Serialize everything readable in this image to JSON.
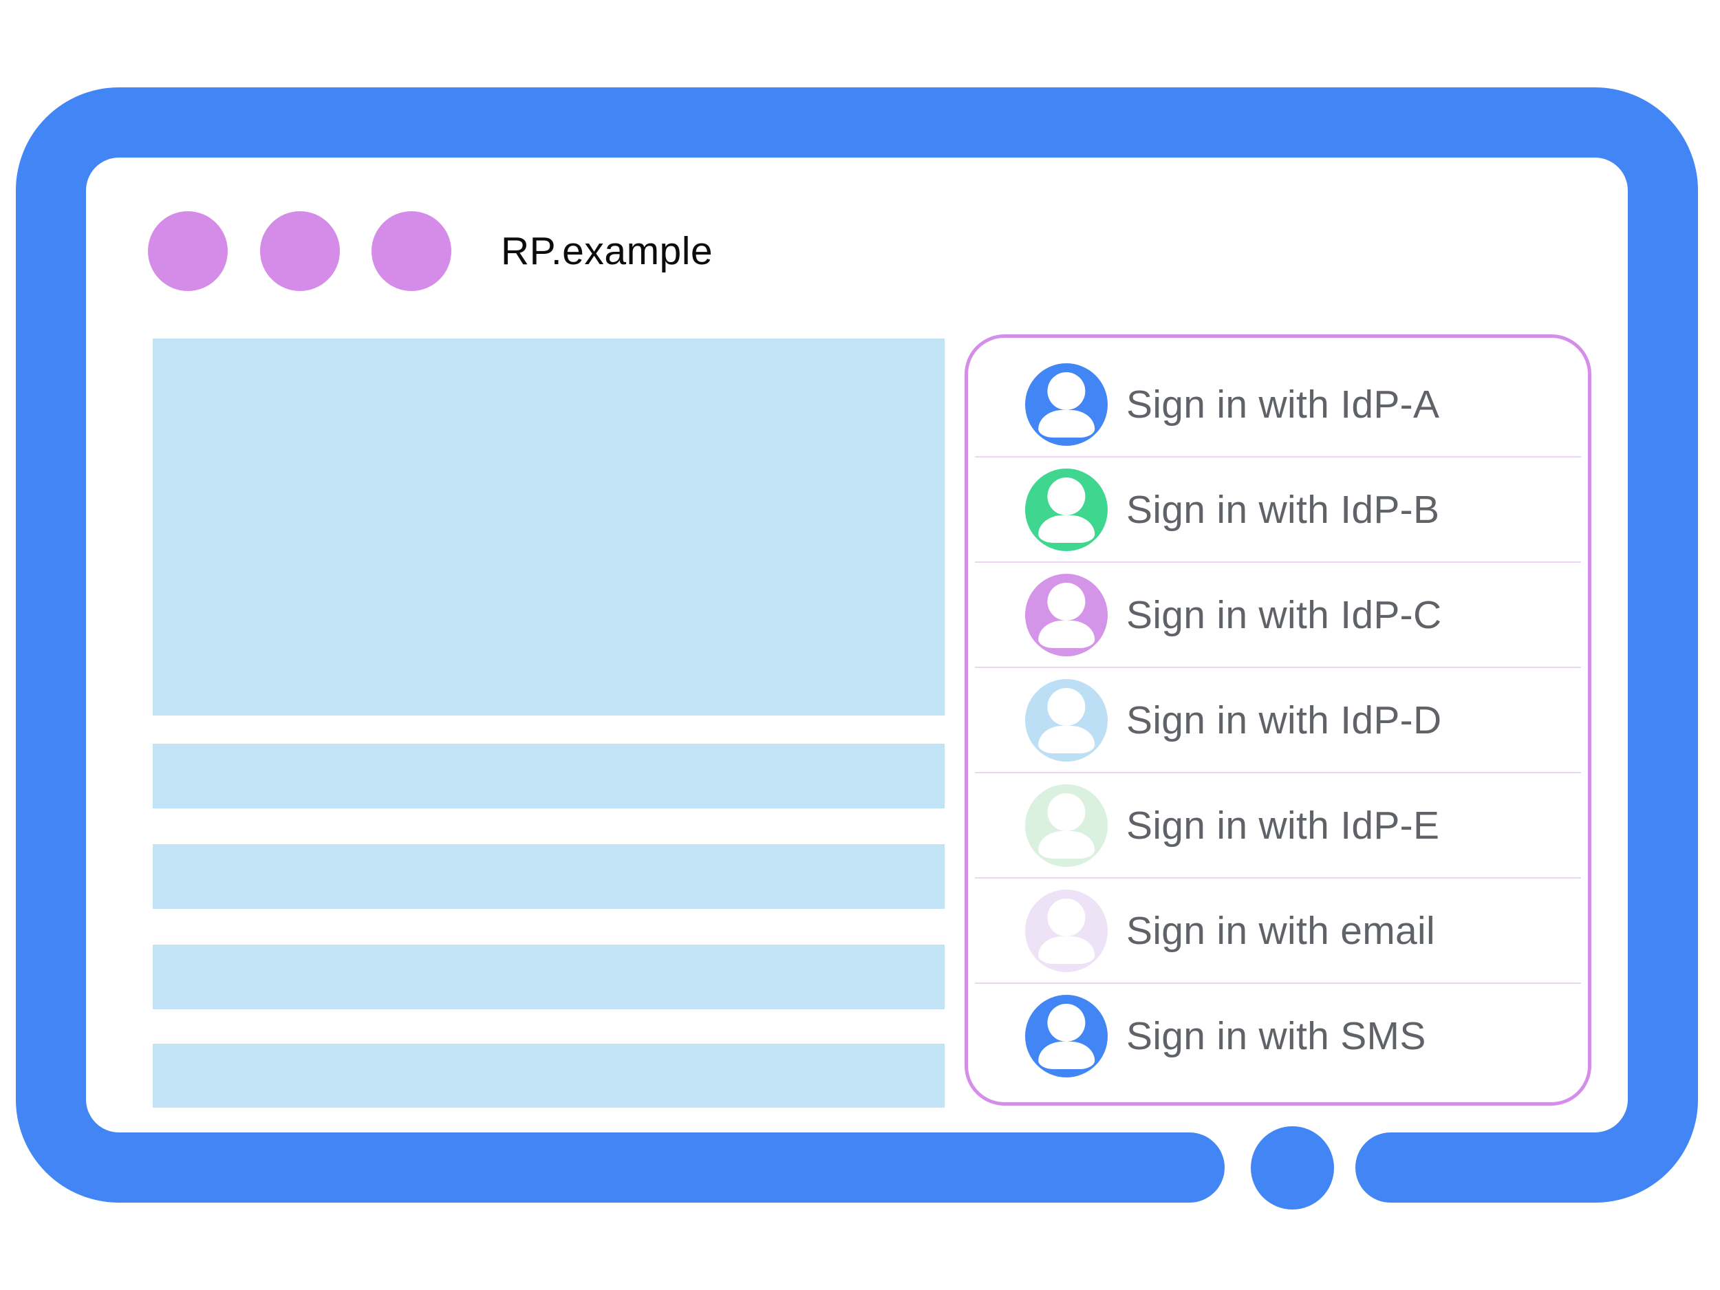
{
  "device": {
    "frame_color": "#4285F4",
    "home_button": true
  },
  "browser": {
    "title": "RP.example",
    "window_controls": {
      "count": 3,
      "color": "#D58BE8"
    }
  },
  "content": {
    "placeholder_color": "#C2E2F5",
    "hero_block_count": 1,
    "text_bar_count": 4
  },
  "signin_panel": {
    "border_color": "#D48EE9",
    "divider_color": "#ECD5F5",
    "label_color": "#5F6368",
    "options": [
      {
        "id": "idp-a",
        "label": "Sign in with IdP-A",
        "avatar_icon": "person-icon",
        "avatar_color": "#4285F4"
      },
      {
        "id": "idp-b",
        "label": "Sign in with IdP-B",
        "avatar_icon": "person-icon",
        "avatar_color": "#3FD690"
      },
      {
        "id": "idp-c",
        "label": "Sign in with IdP-C",
        "avatar_icon": "person-icon",
        "avatar_color": "#D494E8"
      },
      {
        "id": "idp-d",
        "label": "Sign in with IdP-D",
        "avatar_icon": "person-icon",
        "avatar_color": "#BCDFF5"
      },
      {
        "id": "idp-e",
        "label": "Sign in with IdP-E",
        "avatar_icon": "person-icon",
        "avatar_color": "#D9F1DE"
      },
      {
        "id": "email",
        "label": "Sign in with email",
        "avatar_icon": "person-icon",
        "avatar_color": "#EDE2F6"
      },
      {
        "id": "sms",
        "label": "Sign in with SMS",
        "avatar_icon": "person-icon",
        "avatar_color": "#4285F4"
      }
    ]
  }
}
